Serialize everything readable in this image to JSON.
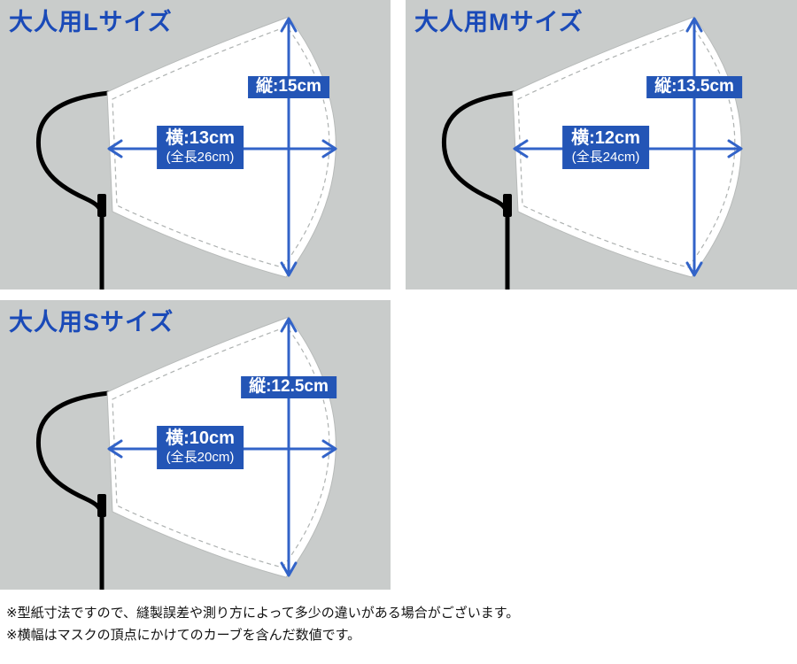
{
  "colors": {
    "page-bg": "#ffffff",
    "panel-bg": "#c9cccb",
    "title-blue": "#1a4ab8",
    "box-blue": "#2355b6",
    "arrow-blue": "#3263c8",
    "label-text": "#ffffff",
    "mask-fill": "#ffffff",
    "mask-edge": "#b7bab9",
    "stitch-gray": "#aeb2b1",
    "cord-black": "#000000",
    "footnote-text": "#111111"
  },
  "panels": [
    {
      "size_code": "L",
      "title": "大人用Lサイズ",
      "height_label": "縦:15cm",
      "width_label": "横:13cm",
      "width_total_label": "(全長26cm)"
    },
    {
      "size_code": "M",
      "title": "大人用Mサイズ",
      "height_label": "縦:13.5cm",
      "width_label": "横:12cm",
      "width_total_label": "(全長24cm)"
    },
    {
      "size_code": "S",
      "title": "大人用Sサイズ",
      "height_label": "縦:12.5cm",
      "width_label": "横:10cm",
      "width_total_label": "(全長20cm)"
    }
  ],
  "footnotes": [
    "※型紙寸法ですので、縫製誤差や測り方によって多少の違いがある場合がございます。",
    "※横幅はマスクの頂点にかけてのカーブを含んだ数値です。"
  ]
}
